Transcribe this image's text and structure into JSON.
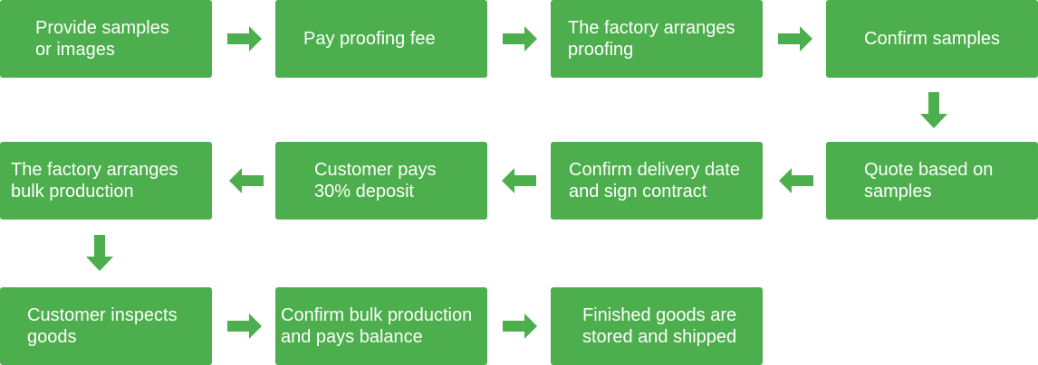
{
  "colors": {
    "box": "#4cae4c",
    "arrow": "#4cae4c",
    "text": "#ffffff",
    "background": "#ffffff"
  },
  "steps": [
    "Provide samples\nor images",
    "Pay proofing fee",
    "The factory arranges\nproofing",
    "Confirm samples",
    "Quote based on\nsamples",
    "Confirm delivery date\nand sign contract",
    "Customer pays\n30% deposit",
    "The factory arranges\nbulk production",
    "Customer inspects\ngoods",
    "Confirm bulk production\nand pays balance",
    "Finished goods are\nstored and shipped"
  ],
  "arrows": [
    "right",
    "right",
    "right",
    "down",
    "left",
    "left",
    "left",
    "down",
    "right",
    "right"
  ]
}
